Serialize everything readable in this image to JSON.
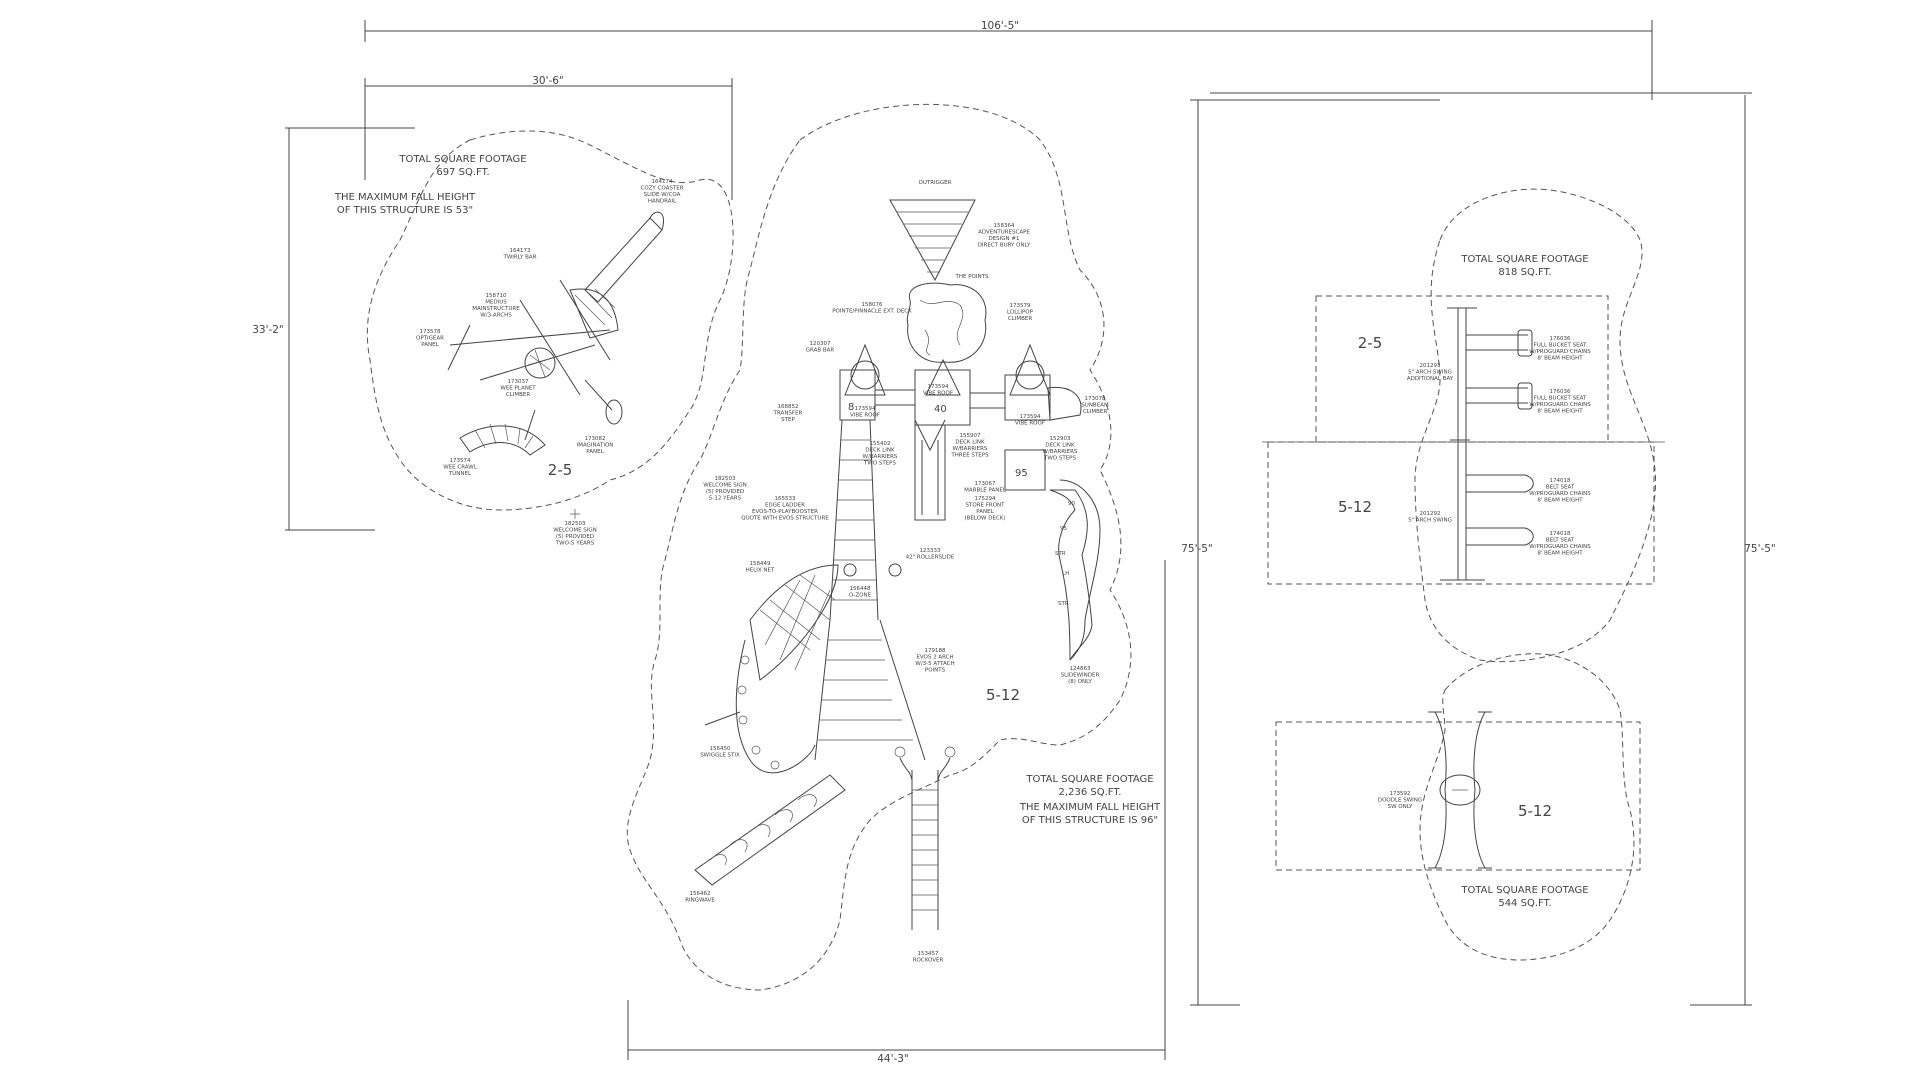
{
  "dimensions": {
    "overall_width": "106'-5\"",
    "left_width": "30'-6\"",
    "left_height": "33'-2\"",
    "center_width": "44'-3\"",
    "right_height_a": "75'-5\"",
    "right_height_b": "75'-5\""
  },
  "areas": {
    "left": {
      "title": "TOTAL SQUARE FOOTAGE",
      "sqft": "697 SQ.FT.",
      "fall_1": "THE MAXIMUM FALL HEIGHT",
      "fall_2": "OF THIS STRUCTURE IS 53\"",
      "age": "2-5"
    },
    "center": {
      "title": "TOTAL SQUARE FOOTAGE",
      "sqft": "2,236 SQ.FT.",
      "fall_1": "THE MAXIMUM FALL HEIGHT",
      "fall_2": "OF THIS STRUCTURE IS 96\"",
      "age": "5-12",
      "deck_8": "8",
      "deck_40": "40",
      "deck_95": "95"
    },
    "swings": {
      "title": "TOTAL SQUARE FOOTAGE",
      "sqft": "818 SQ.FT.",
      "age_a": "2-5",
      "age_b": "5-12"
    },
    "dooble": {
      "title": "TOTAL SQUARE FOOTAGE",
      "sqft": "544 SQ.FT.",
      "age": "5-12"
    }
  },
  "callouts": {
    "l1": [
      "164174",
      "COZY COASTER",
      "SLIDE W/COA",
      "HANDRAIL"
    ],
    "l2": [
      "164173",
      "TWIRLY BAR"
    ],
    "l3": [
      "158710",
      "MEDIUS",
      "MAINSTRUCTURE",
      "W/3-ARCHS"
    ],
    "l4": [
      "173578",
      "OPTIGEAR",
      "PANEL"
    ],
    "l5": [
      "173037",
      "WEE PLANET",
      "CLIMBER"
    ],
    "l6": [
      "173082",
      "IMAGINATION",
      "PANEL"
    ],
    "l7": [
      "173574",
      "WEE CRAWL",
      "TUNNEL"
    ],
    "l8": [
      "182503",
      "WELCOME SIGN",
      "(5) PROVIDED",
      "TWO-5 YEARS"
    ],
    "c1": [
      "OUTRIGGER"
    ],
    "c2": [
      "158364",
      "ADVENTURESCAPE",
      "DESIGN #1",
      "DIRECT BURY ONLY"
    ],
    "c3": [
      "THE POINTS"
    ],
    "c4": [
      "158076",
      "POINTE/PINNACLE EXT. DECK"
    ],
    "c5": [
      "173579",
      "LOLLIPOP",
      "CLIMBER"
    ],
    "c6": [
      "120307",
      "GRAB BAR"
    ],
    "c7": [
      "173594",
      "VIBE ROOF"
    ],
    "c8": [
      "173078",
      "SUNBEAM",
      "CLIMBER"
    ],
    "c9": [
      "168852",
      "TRANSFER",
      "STEP"
    ],
    "c10": [
      "173594",
      "VIBE ROOF"
    ],
    "c11": [
      "173594",
      "VIBE ROOF"
    ],
    "c12": [
      "155402",
      "DECK LINK",
      "W/BARRIERS",
      "TWO STEPS"
    ],
    "c13": [
      "155907",
      "DECK LINK",
      "W/BARRIERS",
      "THREE STEPS"
    ],
    "c14": [
      "152903",
      "DECK LINK",
      "W/BARRIERS",
      "TWO STEPS"
    ],
    "c15": [
      "182503",
      "WELCOME SIGN",
      "(5) PROVIDED",
      "5-12 YEARS"
    ],
    "c16": [
      "173067",
      "MARBLE PANEL"
    ],
    "c17": [
      "175294",
      "STORE FRONT",
      "PANEL",
      "(BELOW DECK)"
    ],
    "c18": [
      "165533",
      "EDGE LADDER",
      "EVOS-TO-PLAYBOOSTER",
      "QUOTE WITH EVOS STRUCTURE"
    ],
    "c19": [
      "123333",
      "42\" ROLLERSLIDE"
    ],
    "c20": [
      "158449",
      "HELIX NET"
    ],
    "c21": [
      "156448",
      "O-ZONE"
    ],
    "c22": [
      "179188",
      "EVOS 2 ARCH",
      "W/3-5 ATTACH",
      "POINTS"
    ],
    "c23": [
      "124863",
      "SLIDEWINDER",
      "(8) ONLY"
    ],
    "c24": [
      "156450",
      "SWIGGLE STIX"
    ],
    "c25": [
      "156462",
      "RINGWAVE"
    ],
    "c26": [
      "153457",
      "ROCKOVER"
    ],
    "s1": [
      "176036",
      "FULL BUCKET SEAT",
      "W/PROGUARD CHAINS",
      "8' BEAM HEIGHT"
    ],
    "s2": [
      "201293",
      "5\" ARCH SWING",
      "ADDITIONAL BAY"
    ],
    "s3": [
      "176036",
      "FULL BUCKET SEAT",
      "W/PROGUARD CHAINS",
      "8' BEAM HEIGHT"
    ],
    "s4": [
      "174018",
      "BELT SEAT",
      "W/PROGUARD CHAINS",
      "8' BEAM HEIGHT"
    ],
    "s5": [
      "201292",
      "5\" ARCH SWING"
    ],
    "s6": [
      "174018",
      "BELT SEAT",
      "W/PROGUARD CHAINS",
      "8' BEAM HEIGHT"
    ],
    "d1": [
      "173592",
      "DOODLE SWING",
      "SW ONLY"
    ]
  },
  "slide_labels": [
    "90",
    "95",
    "STR",
    "LH",
    "STR"
  ]
}
